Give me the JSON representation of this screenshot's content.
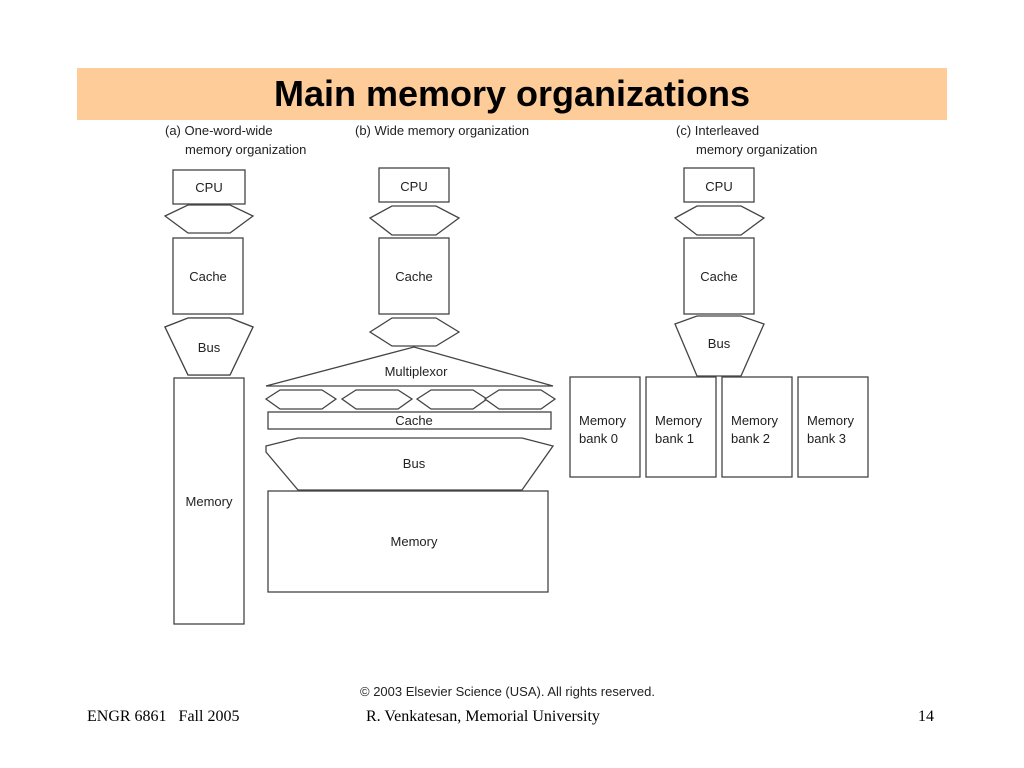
{
  "slide": {
    "title": "Main memory organizations",
    "copyright": "© 2003 Elsevier Science (USA). All rights reserved.",
    "footer": {
      "course": "ENGR 6861   Fall 2005",
      "author": "R. Venkatesan, Memorial University",
      "page": "14"
    }
  },
  "diagram": {
    "a": {
      "caption_line1": "(a) One-word-wide",
      "caption_line2": "memory organization",
      "cpu": "CPU",
      "cache": "Cache",
      "bus": "Bus",
      "memory": "Memory"
    },
    "b": {
      "caption_line1": "(b) Wide memory organization",
      "cpu": "CPU",
      "cache_top": "Cache",
      "multiplexor": "Multiplexor",
      "cache_wide": "Cache",
      "bus": "Bus",
      "memory": "Memory"
    },
    "c": {
      "caption_line1": "(c) Interleaved",
      "caption_line2": "memory organization",
      "cpu": "CPU",
      "cache": "Cache",
      "bus": "Bus",
      "banks": [
        {
          "line1": "Memory",
          "line2": "bank 0"
        },
        {
          "line1": "Memory",
          "line2": "bank 1"
        },
        {
          "line1": "Memory",
          "line2": "bank 2"
        },
        {
          "line1": "Memory",
          "line2": "bank 3"
        }
      ]
    }
  }
}
